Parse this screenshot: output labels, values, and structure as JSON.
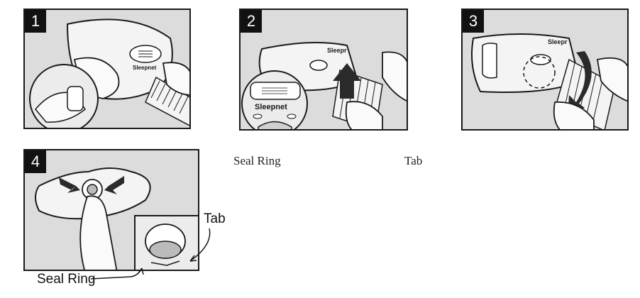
{
  "steps": [
    {
      "number": "1"
    },
    {
      "number": "2",
      "brand": "Sleepnet",
      "brand_partial": "Sleepr"
    },
    {
      "number": "3",
      "brand_partial": "Sleepr"
    },
    {
      "number": "4"
    }
  ],
  "loupe_brand": "Sleepnet",
  "step1_brand": "Sleepnet",
  "floating_labels": {
    "seal_ring": "Seal Ring",
    "tab": "Tab"
  },
  "callouts": {
    "tab": "Tab",
    "seal_ring": "Seal Ring"
  },
  "colors": {
    "panel_bg": "#dcdcdc",
    "line": "#1a1a1a",
    "badge": "#111111",
    "arrow": "#2b2b2b"
  }
}
